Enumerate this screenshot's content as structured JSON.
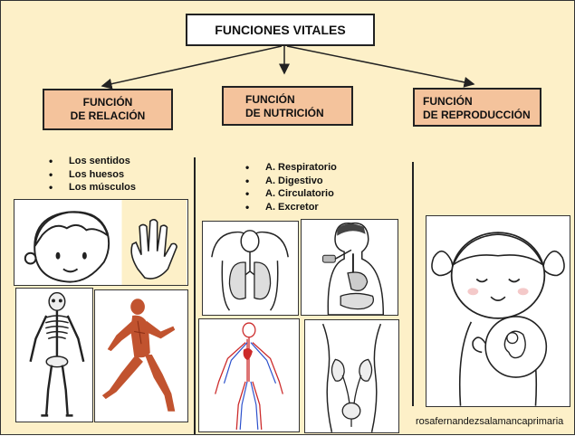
{
  "title": "FUNCIONES VITALES",
  "categories": [
    {
      "line1": "FUNCIÓN",
      "line2": "DE RELACIÓN"
    },
    {
      "line1": "FUNCIÓN",
      "line2": "DE NUTRICIÓN"
    },
    {
      "line1": "FUNCIÓN",
      "line2": "DE REPRODUCCIÓN"
    }
  ],
  "relacion_items": [
    "Los sentidos",
    "Los huesos",
    "Los músculos"
  ],
  "nutricion_items": [
    "A. Respiratorio",
    "A. Digestivo",
    "A. Circulatorio",
    "A. Excretor"
  ],
  "colors": {
    "background": "#fdf0c8",
    "category_box": "#f4c39c",
    "muscle": "#c1532f",
    "artery": "#cc2a2a",
    "vein": "#2a4fcc"
  },
  "footer": "rosafernandezsalamancaprimaria"
}
